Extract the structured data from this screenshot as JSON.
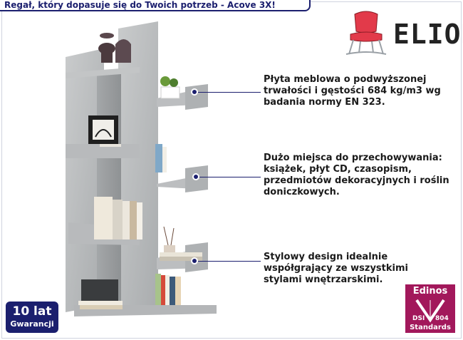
{
  "header": {
    "title": "Regał, który dopasuje się do Twoich potrzeb - Acove 3X!"
  },
  "brand": {
    "name": "ELIOR",
    "icon": "chair-icon",
    "accent": "#e23a4a"
  },
  "features": [
    {
      "text": "Płyta meblowa o podwyższonej trwałości i gęstości 684 kg/m3 wg badania normy EN 323."
    },
    {
      "text": "Dużo miejsca do przechowywania: książek, płyt CD, czasopism, przedmiotów dekoracyjnych i roślin doniczkowych."
    },
    {
      "text": "Stylowy design idealnie współgrający ze wszystkimi stylami wnętrzarskimi."
    }
  ],
  "warranty": {
    "top": "10 lat",
    "bottom": "Gwarancji"
  },
  "certificate": {
    "top": "Edinos",
    "dsi": "DSI",
    "code": "804",
    "bottom": "Standards"
  },
  "colors": {
    "navy": "#1b1f6e",
    "magenta": "#a2185b",
    "concrete": "#b9bcbe"
  }
}
